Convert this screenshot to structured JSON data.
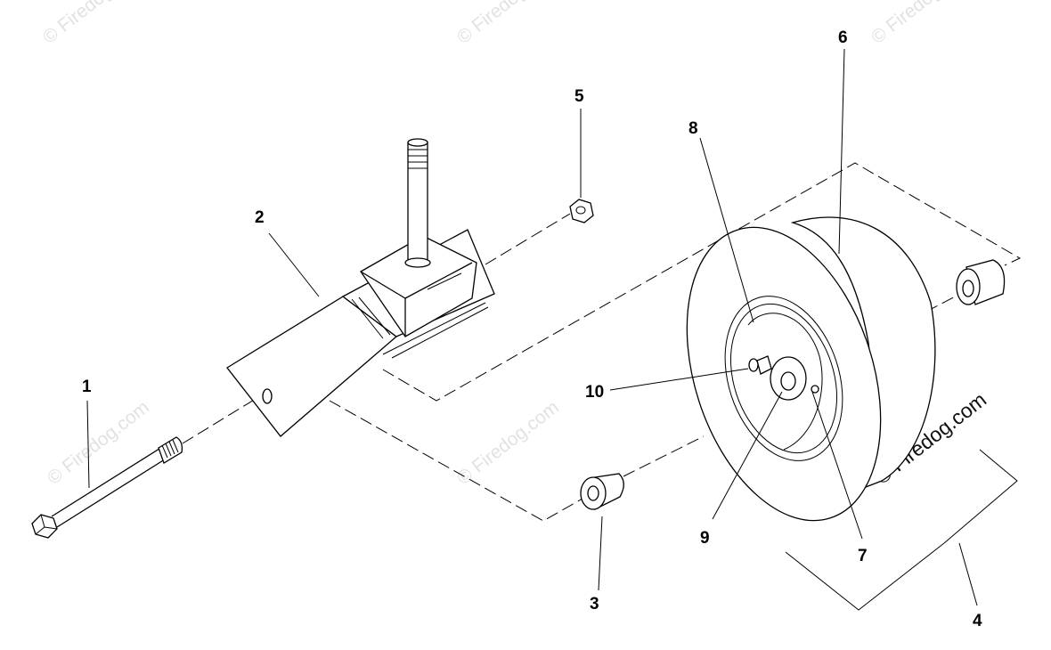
{
  "diagram": {
    "callouts": [
      "1",
      "2",
      "3",
      "4",
      "5",
      "6",
      "7",
      "8",
      "9",
      "10"
    ],
    "watermarks": {
      "faint": "© Firedog.com",
      "main": "© Firedog.com"
    }
  }
}
